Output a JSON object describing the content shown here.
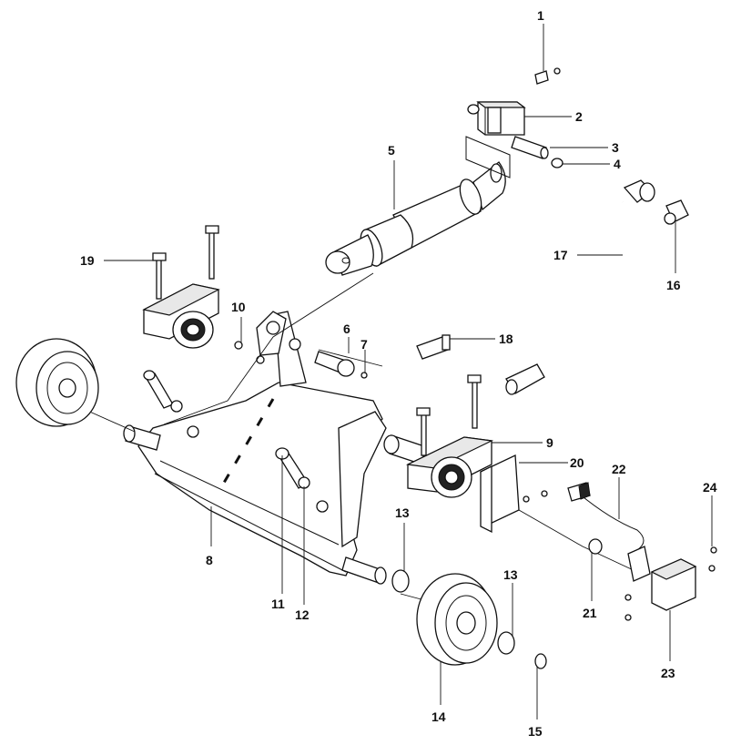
{
  "callouts": [
    "1",
    "2",
    "3",
    "4",
    "5",
    "6",
    "7",
    "8",
    "9",
    "10",
    "11",
    "12",
    "13",
    "13",
    "14",
    "15",
    "16",
    "17",
    "18",
    "19",
    "20",
    "21",
    "22",
    "23",
    "24"
  ],
  "colors": {
    "ink": "#111111",
    "paper": "#ffffff",
    "shade": "#e8e8e8"
  }
}
